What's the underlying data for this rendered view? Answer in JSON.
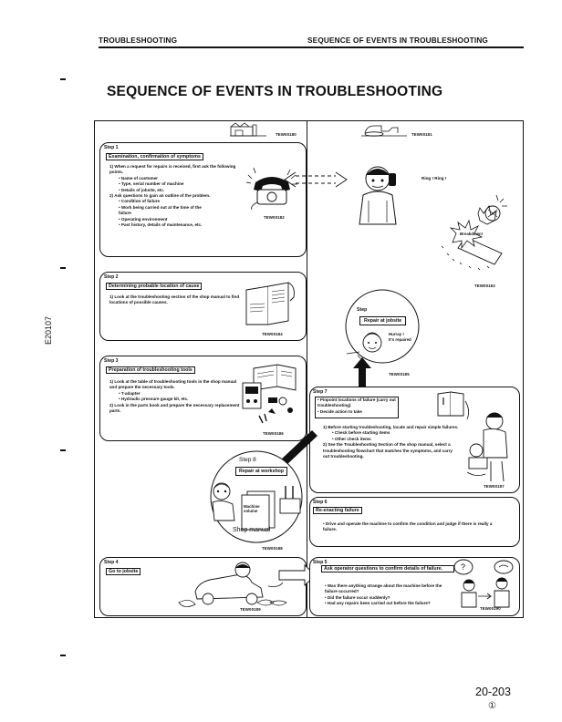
{
  "header": {
    "left": "TROUBLESHOOTING",
    "right": "SEQUENCE OF EVENTS IN TROUBLESHOOTING"
  },
  "title": "SEQUENCE OF EVENTS IN TROUBLESHOOTING",
  "side_code": "E20107",
  "page_number": "20-203",
  "revision_mark": "①",
  "columns": {
    "left_code": "TEW00180",
    "right_code": "TEW00181"
  },
  "steps": {
    "step1": {
      "label": "Step 1",
      "heading": "Examination, confirmation of symptoms",
      "item1": "1)  When a request for repairs is received, first ask the following points.",
      "item1_bullets": [
        "Name of customer",
        "Type, serial number of machine",
        "Details of jobsite, etc."
      ],
      "item2": "2)  Ask questions to gain an outline of the problem.",
      "item2_bullets": [
        "Condition of failure",
        "Work being carried out at the time of the failure",
        "Operating environment",
        "Past history, details of maintenance, etc."
      ],
      "code": "TEW00182"
    },
    "phone": {
      "ring": "Ring ! Ring !",
      "breakdown": "Breakdown!",
      "code": "TEW00183"
    },
    "step2": {
      "label": "Step 2",
      "heading": "Determining probable location of cause",
      "item1": "1)  Look at the troubleshooting section of the shop manual to find locations of possible causes.",
      "code": "TEW00184"
    },
    "bubble": {
      "step_word": "Step",
      "box": "Repair at jobsite",
      "hurray": "Hurray !",
      "repaired": "It's repaired",
      "code": "TEW00185"
    },
    "step3": {
      "label": "Step 3",
      "heading": "Preparation of troubleshooting tools",
      "item1": "1)  Look at the table of troubleshooting tools in the shop manual and prepare the necessary tools.",
      "item1_bullets": [
        "T-adapter",
        "Hydraulic pressure gauge kit, etc."
      ],
      "item2": "2)  Look in the parts book and prepare the necessary replacement parts.",
      "code": "TEW00186"
    },
    "step7": {
      "label": "Step 7",
      "bullets": [
        "Pinpoint locations of failure (carry out troubleshooting)",
        "Decide action to take"
      ],
      "item1": "1)  Before starting troubleshooting, locate and repair simple failures.",
      "item1_bullets": [
        "Check before starting items",
        "Other check items"
      ],
      "item2": "2)  See the Troubleshooting Section of the shop manual, select a troubleshooting flowchart that matches the symptoms, and carry out troubleshooting.",
      "code": "TEW00187"
    },
    "step8": {
      "label": "Step 8",
      "box": "Repair at workshop",
      "machine": "Machine volume",
      "manual": "Shop manual",
      "code": "TEW00188"
    },
    "step6": {
      "label": "Step 6",
      "heading": "Re-enacting failure",
      "bullet": "Drive and operate the machine to confirm the condition and judge if there is really a failure."
    },
    "step4": {
      "label": "Step 4",
      "heading": "Go to jobsite",
      "code": "TEW00189"
    },
    "step5": {
      "label": "Step 5",
      "heading": "Ask operator questions to confirm details of failure.",
      "bullets": [
        "Was there anything strange about the machine before the failure occurred?",
        "Did the failure occur suddenly?",
        "Had any repairs been carried out before the failure?"
      ],
      "code": "TEW00190"
    }
  }
}
